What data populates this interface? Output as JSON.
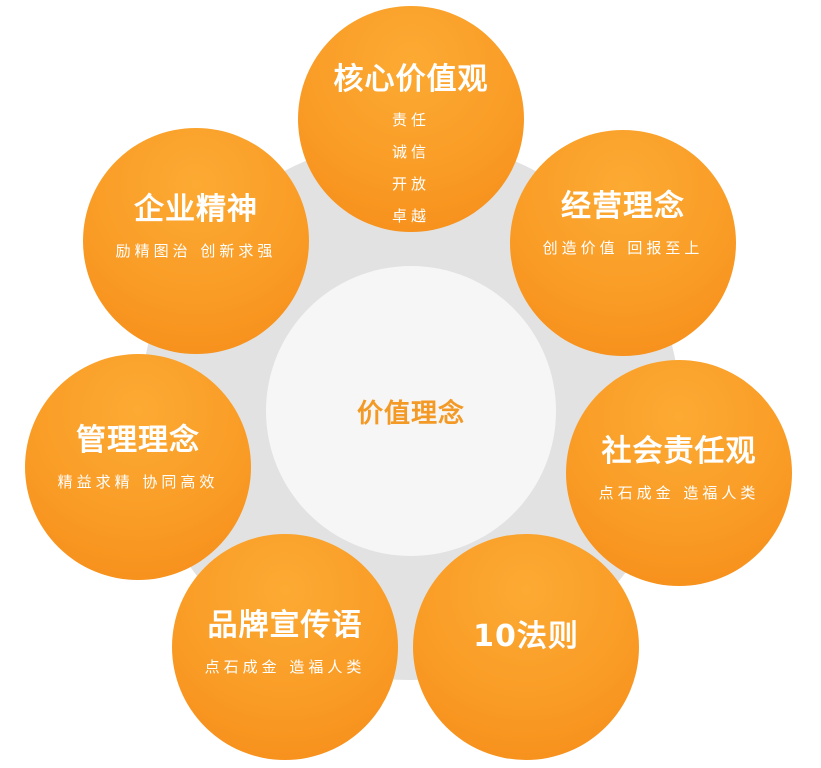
{
  "diagram": {
    "center": {
      "label": "价值理念"
    },
    "colors": {
      "bubble_orange": "#f99c26",
      "center_text": "#f39a26",
      "ring_gray": "#e2e2e2",
      "center_fill": "#f6f6f6"
    },
    "nodes": [
      {
        "id": "core-values",
        "title": "核心价值观",
        "items": [
          "责任",
          "诚信",
          "开放",
          "卓越"
        ]
      },
      {
        "id": "enterprise-spirit",
        "title": "企业精神",
        "subtitle": "励精图治  创新求强"
      },
      {
        "id": "business-philosophy",
        "title": "经营理念",
        "subtitle": "创造价值  回报至上"
      },
      {
        "id": "management-philosophy",
        "title": "管理理念",
        "subtitle": "精益求精  协同高效"
      },
      {
        "id": "social-responsibility",
        "title": "社会责任观",
        "subtitle": "点石成金  造福人类"
      },
      {
        "id": "brand-slogan",
        "title": "品牌宣传语",
        "subtitle": "点石成金  造福人类"
      },
      {
        "id": "ten-rules",
        "title": "10法则"
      }
    ]
  }
}
